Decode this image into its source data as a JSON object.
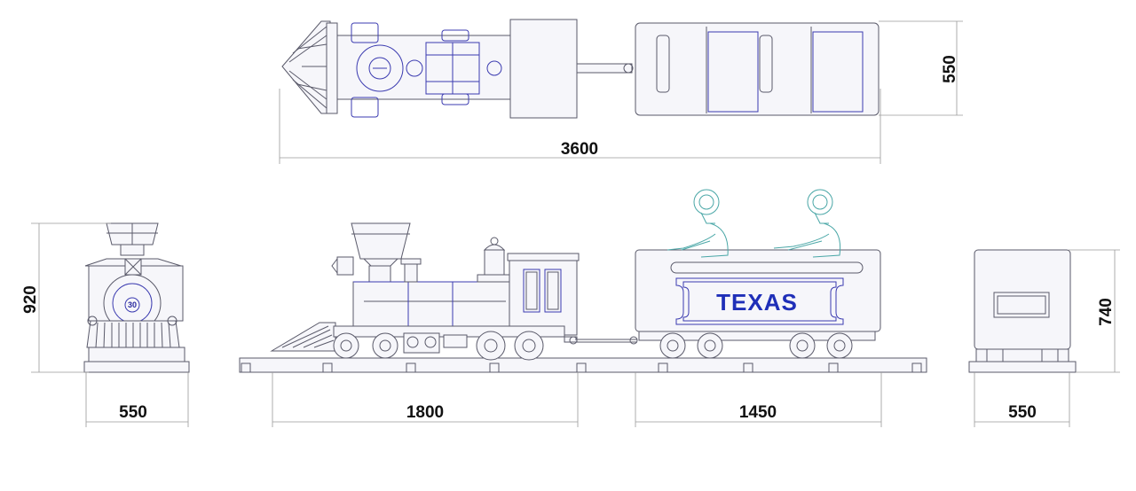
{
  "diagram": {
    "top_view": {
      "overall_length": "3600",
      "width": "550"
    },
    "front_view": {
      "height": "920",
      "width": "550",
      "loco_number": "30"
    },
    "side_view": {
      "loco_length": "1800",
      "car_length": "1450",
      "car_name": "TEXAS"
    },
    "rear_view": {
      "height": "740",
      "width": "550"
    }
  },
  "colors": {
    "line": "#5a5a6a",
    "accent": "#1f2fb8",
    "figure": "#4aa7a7",
    "dimension": "#9a9a9a"
  }
}
